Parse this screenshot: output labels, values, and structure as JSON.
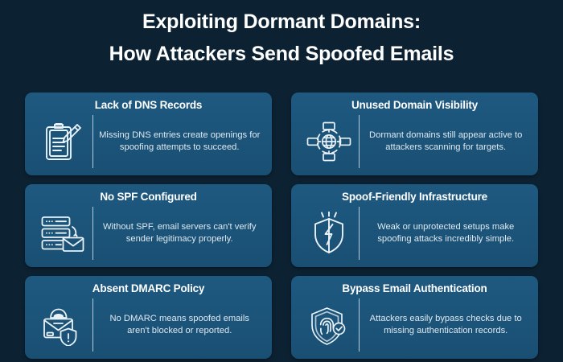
{
  "title": {
    "line1": "Exploiting Dormant Domains:",
    "line2": "How Attackers Send Spoofed Emails"
  },
  "colors": {
    "page_background": "#0c2233",
    "card_background": "#1e5980",
    "card_background_bottom": "#1a4f73",
    "title_text": "#ffffff",
    "card_title_text": "#ffffff",
    "body_text": "#dde9f1",
    "divider": "#cfe2ee",
    "icon_stroke": "#e8f2f8"
  },
  "cards": [
    {
      "title": "Lack of DNS Records",
      "text": "Missing DNS entries create openings for spoofing attempts to succeed.",
      "icon": "clipboard-pencil-icon"
    },
    {
      "title": "Unused Domain Visibility",
      "text": "Dormant domains still appear active to attackers scanning for targets.",
      "icon": "globe-network-icon"
    },
    {
      "title": "No SPF Configured",
      "text": "Without SPF, email servers can't verify sender legitimacy properly.",
      "icon": "server-envelope-icon"
    },
    {
      "title": "Spoof-Friendly Infrastructure",
      "text": "Weak or unprotected setups make spoofing attacks incredibly simple.",
      "icon": "broken-shield-icon"
    },
    {
      "title": "Absent DMARC Policy",
      "text": "No DMARC means spoofed emails aren't blocked or reported.",
      "icon": "envelope-hacker-alert-icon"
    },
    {
      "title": "Bypass Email Authentication",
      "text": "Attackers easily bypass checks due to missing authentication records.",
      "icon": "shield-fingerprint-check-icon"
    }
  ]
}
